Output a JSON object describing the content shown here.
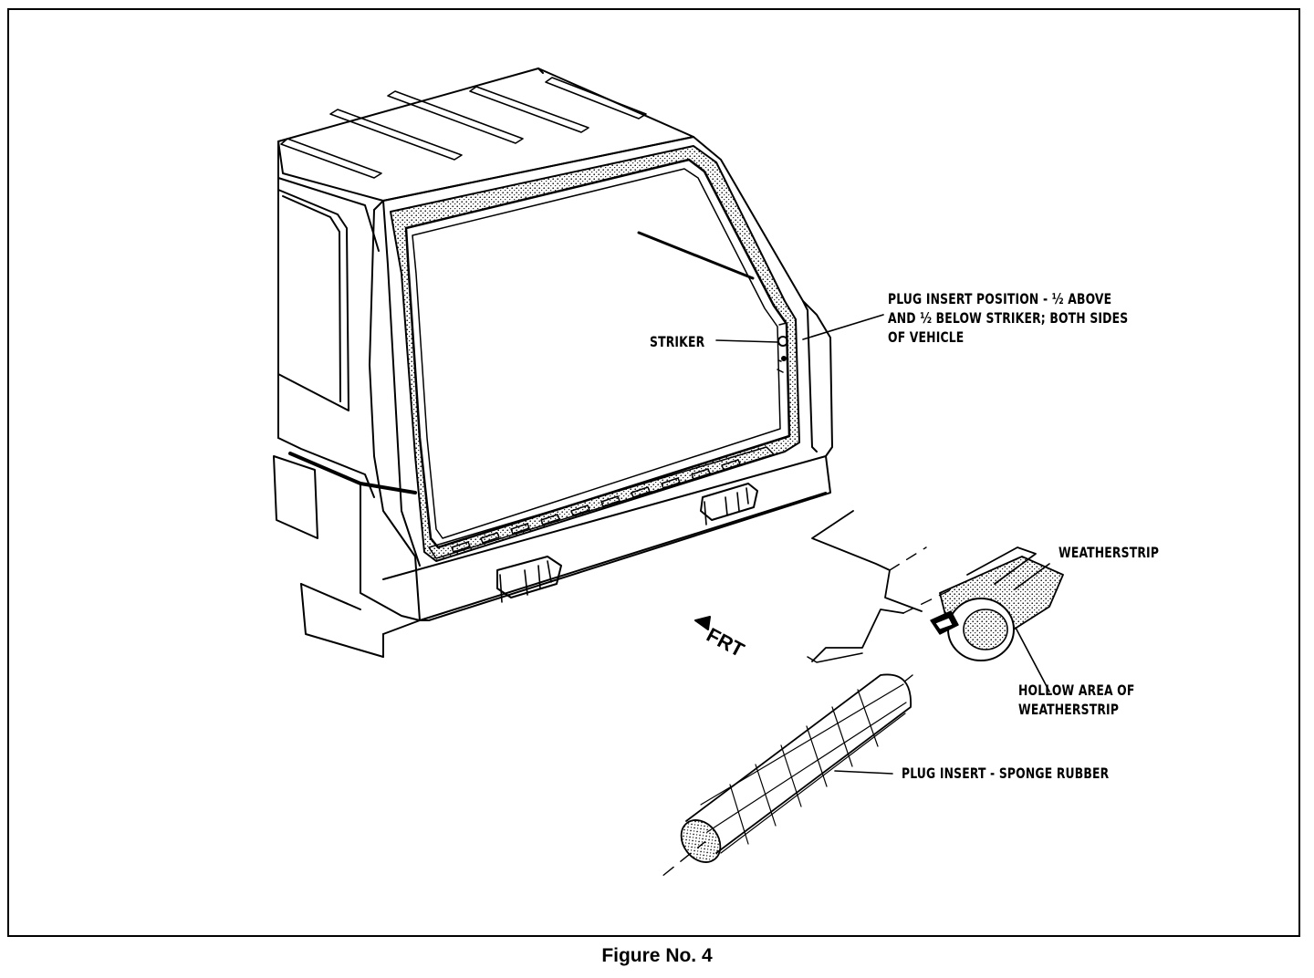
{
  "figure": {
    "caption": "Figure No. 4",
    "direction_label": "FRT"
  },
  "callouts": {
    "striker": "STRIKER",
    "plug_position_line1": "PLUG INSERT POSITION - ½ ABOVE",
    "plug_position_line2": "AND ½ BELOW STRIKER; BOTH SIDES",
    "plug_position_line3": "OF VEHICLE",
    "weatherstrip": "WEATHERSTRIP",
    "hollow_line1": "HOLLOW AREA OF",
    "hollow_line2": "WEATHERSTRIP",
    "plug_insert": "PLUG INSERT - SPONGE RUBBER"
  },
  "colors": {
    "ink": "#000000",
    "paper": "#ffffff"
  }
}
